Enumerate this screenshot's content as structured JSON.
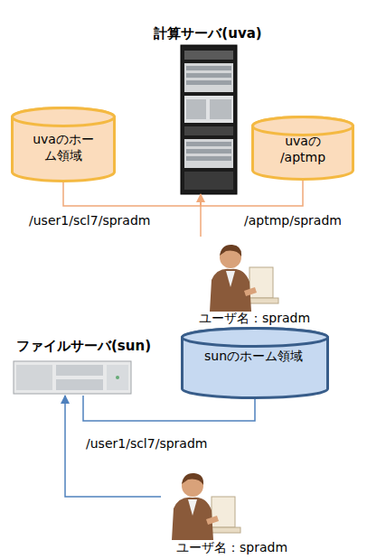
{
  "diagram": {
    "nodes": [
      {
        "text": [
          "計算サーバ(uva)"
        ]
      },
      {
        "text": [
          "uvaのホーム領域"
        ]
      },
      {
        "text": [
          "uvaの /aptmp"
        ]
      },
      {
        "text": [
          "ユーザ名：spradm"
        ]
      },
      {
        "text": [
          "ファイルサーバ(sun)"
        ]
      },
      {
        "text": [
          "sunのホーム領域"
        ]
      },
      {
        "text": [
          "ユーザ名：spradm"
        ]
      }
    ],
    "edges": [
      {
        "from": 1,
        "to": 0,
        "arrow": "none",
        "label": "/user1/scl7/spradm"
      },
      {
        "from": 2,
        "to": 0,
        "arrow": "none",
        "label": "/aptmp/spradm"
      },
      {
        "from": 3,
        "to": 0,
        "arrow": "to"
      },
      {
        "from": 5,
        "to": 4,
        "arrow": "none",
        "label": "/user1/scl7/spradm"
      },
      {
        "from": 6,
        "to": 4,
        "arrow": "to"
      }
    ]
  }
}
